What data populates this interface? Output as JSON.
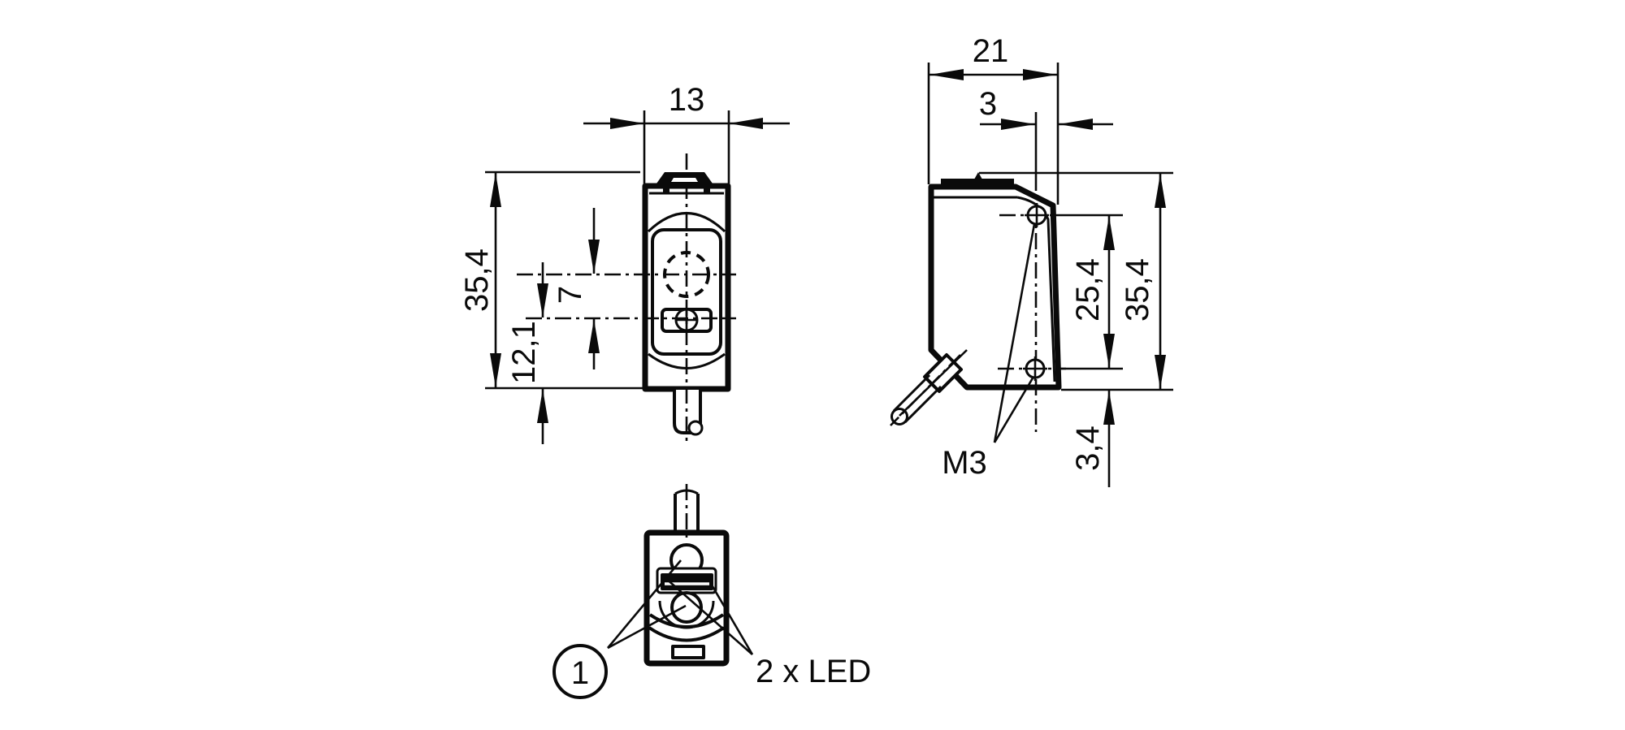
{
  "drawing": {
    "kind": "technical dimensional drawing, photoelectric sensor, 3 views",
    "colors": {
      "line": "#0a0a0a",
      "background": "#ffffff"
    }
  },
  "front_view": {
    "dims": {
      "width": "13",
      "height": "35,4",
      "lens_to_pot": "7",
      "pot_to_bottom": "12,1"
    }
  },
  "side_view": {
    "dims": {
      "depth": "21",
      "hole_axis_to_rear": "3",
      "hole_spacing": "25,4",
      "height": "35,4",
      "hole_to_bottom": "3,4"
    },
    "labels": {
      "mounting_thread": "M3"
    }
  },
  "bottom_view": {
    "labels": {
      "balloon": "1",
      "led": "2 x LED"
    }
  }
}
